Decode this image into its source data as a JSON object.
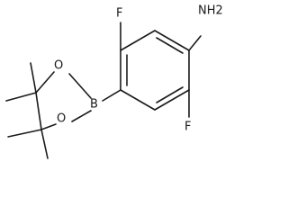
{
  "molecule": {
    "atoms": {
      "F_top": "F",
      "NH2": "NH2",
      "F_bottom": "F",
      "B": "B",
      "O_upper": "O",
      "O_lower": "O"
    }
  }
}
